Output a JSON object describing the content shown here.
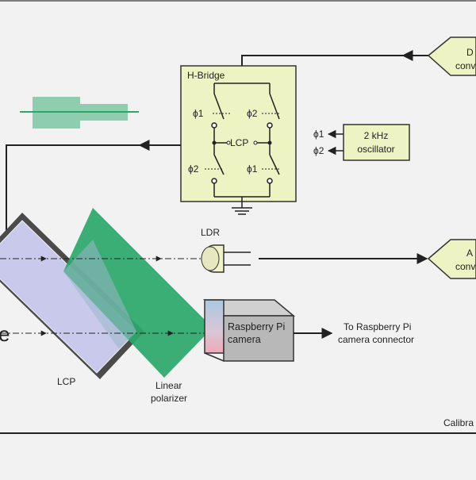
{
  "labels": {
    "hbridge_title": "H-Bridge",
    "phi1_a": "ϕ1",
    "phi2_a": "ϕ2",
    "lcp_node": "LCP",
    "phi2_b": "ϕ2",
    "phi1_b": "ϕ1",
    "osc_line1": "2 kHz",
    "osc_line2": "oscillator",
    "osc_phi1": "ϕ1",
    "osc_phi2": "ϕ2",
    "ldr": "LDR",
    "camera_line1": "Raspberry Pi",
    "camera_line2": "camera",
    "to_rpi_line1": "To Raspberry Pi",
    "to_rpi_line2": "camera connector",
    "lcp_panel": "LCP",
    "polarizer_line1": "Linear",
    "polarizer_line2": "polarizer",
    "dac_partial_line1": "D",
    "dac_partial_line2": "conv",
    "adc_partial_line1": "A",
    "adc_partial_line2": "conv",
    "calib_partial": "Calibra",
    "left_partial": "e"
  },
  "colors": {
    "hbridge_fill": "#eef3c3",
    "oscillator_fill": "#eef3c3",
    "converter_fill": "#eef3c3",
    "lcp_fill": "#c9c9ec",
    "polarizer_fill": "#2aa86a",
    "camera_front": "#a9c9e3",
    "camera_side": "#b8b8b8",
    "waveform": "#2aa86a"
  }
}
